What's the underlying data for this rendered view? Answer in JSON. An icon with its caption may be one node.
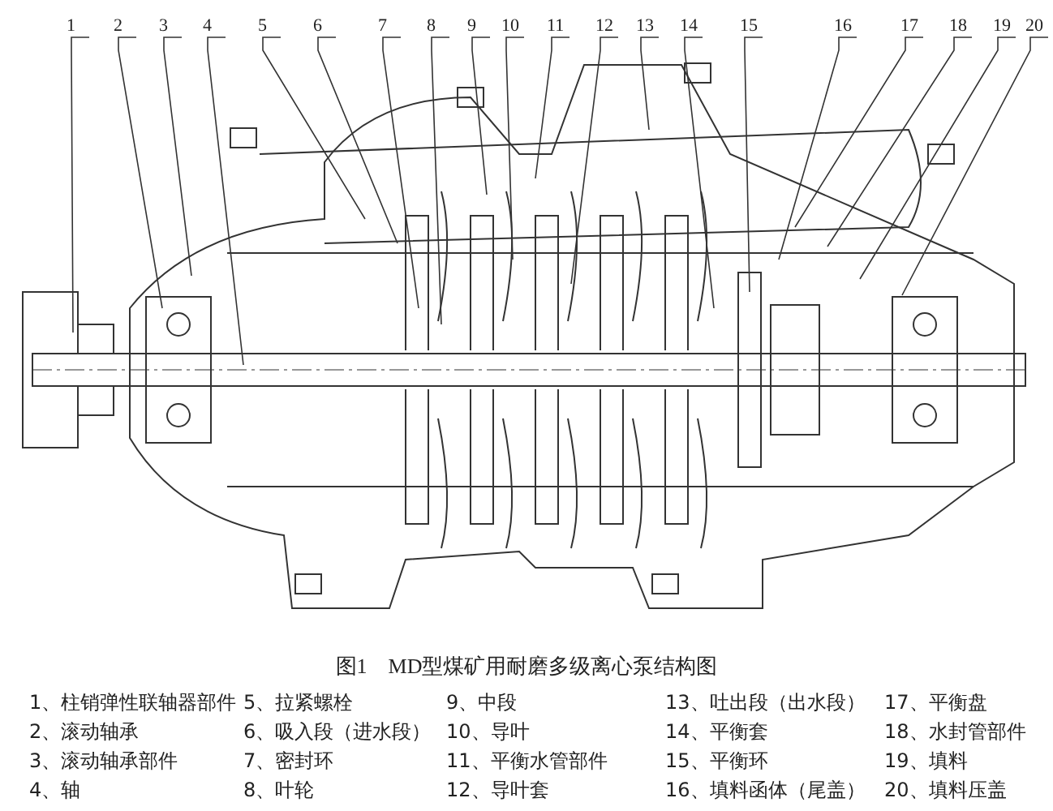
{
  "diagram": {
    "caption": "图1　MD型煤矿用耐磨多级离心泵结构图",
    "nodes": [
      {
        "text": [
          "1"
        ]
      },
      {
        "text": [
          "2"
        ]
      },
      {
        "text": [
          "3"
        ]
      },
      {
        "text": [
          "4"
        ]
      },
      {
        "text": [
          "5"
        ]
      },
      {
        "text": [
          "6"
        ]
      },
      {
        "text": [
          "7"
        ]
      },
      {
        "text": [
          "8"
        ]
      },
      {
        "text": [
          "9"
        ]
      },
      {
        "text": [
          "10"
        ]
      },
      {
        "text": [
          "11"
        ]
      },
      {
        "text": [
          "12"
        ]
      },
      {
        "text": [
          "13"
        ]
      },
      {
        "text": [
          "14"
        ]
      },
      {
        "text": [
          "15"
        ]
      },
      {
        "text": [
          "16"
        ]
      },
      {
        "text": [
          "17"
        ]
      },
      {
        "text": [
          "18"
        ]
      },
      {
        "text": [
          "19"
        ]
      },
      {
        "text": [
          "20"
        ]
      }
    ],
    "edges": [
      {
        "from": 0,
        "to": null,
        "arrow": "none"
      },
      {
        "from": 1,
        "to": null,
        "arrow": "none"
      },
      {
        "from": 2,
        "to": null,
        "arrow": "none"
      },
      {
        "from": 3,
        "to": null,
        "arrow": "none"
      },
      {
        "from": 4,
        "to": null,
        "arrow": "none"
      },
      {
        "from": 5,
        "to": null,
        "arrow": "none"
      },
      {
        "from": 6,
        "to": null,
        "arrow": "none"
      },
      {
        "from": 7,
        "to": null,
        "arrow": "none"
      },
      {
        "from": 8,
        "to": null,
        "arrow": "none"
      },
      {
        "from": 9,
        "to": null,
        "arrow": "none"
      },
      {
        "from": 10,
        "to": null,
        "arrow": "none"
      },
      {
        "from": 11,
        "to": null,
        "arrow": "none"
      },
      {
        "from": 12,
        "to": null,
        "arrow": "none"
      },
      {
        "from": 13,
        "to": null,
        "arrow": "none"
      },
      {
        "from": 14,
        "to": null,
        "arrow": "none"
      },
      {
        "from": 15,
        "to": null,
        "arrow": "none"
      },
      {
        "from": 16,
        "to": null,
        "arrow": "none"
      },
      {
        "from": 17,
        "to": null,
        "arrow": "none"
      },
      {
        "from": 18,
        "to": null,
        "arrow": "none"
      },
      {
        "from": 19,
        "to": null,
        "arrow": "none"
      }
    ],
    "labels": [
      "1、柱销弹性联轴器部件",
      "5、拉紧螺栓",
      "9、中段",
      "13、吐出段（出水段）",
      "17、平衡盘",
      "2、滚动轴承",
      "6、吸入段（进水段）",
      "10、导叶",
      "14、平衡套",
      "18、水封管部件",
      "3、滚动轴承部件",
      "7、密封环",
      "11、平衡水管部件",
      "15、平衡环",
      "19、填料",
      "4、轴",
      "8、叶轮",
      "12、导叶套",
      "16、填料函体（尾盖）",
      "20、填料压盖"
    ]
  }
}
